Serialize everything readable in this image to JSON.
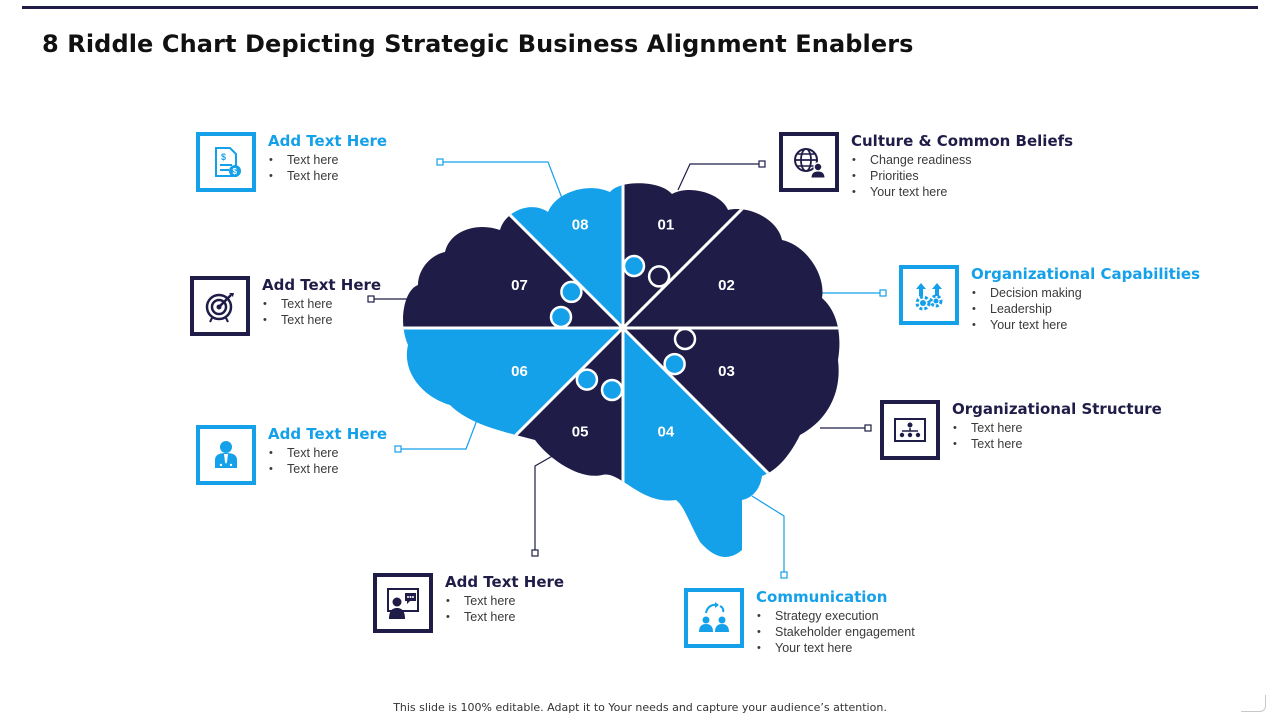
{
  "title": "8 Riddle Chart Depicting Strategic Business Alignment Enablers",
  "footer": "This slide is 100% editable. Adapt it to Your needs and capture your audience’s attention.",
  "colors": {
    "navy": "#1f1d47",
    "blue": "#15a0ea"
  },
  "pieces": [
    {
      "number": "01",
      "color": "navy"
    },
    {
      "number": "02",
      "color": "navy"
    },
    {
      "number": "03",
      "color": "navy"
    },
    {
      "number": "04",
      "color": "blue"
    },
    {
      "number": "05",
      "color": "navy"
    },
    {
      "number": "06",
      "color": "blue"
    },
    {
      "number": "07",
      "color": "navy"
    },
    {
      "number": "08",
      "color": "blue"
    }
  ],
  "callouts": {
    "top_left": {
      "heading": "Add Text Here",
      "items": [
        "Text here",
        "Text here"
      ],
      "icon": "money-document-icon",
      "color": "blue"
    },
    "mid_left": {
      "heading": "Add Text Here",
      "items": [
        "Text here",
        "Text here"
      ],
      "icon": "target-icon",
      "color": "navy"
    },
    "lower_left": {
      "heading": "Add Text Here",
      "items": [
        "Text here",
        "Text here"
      ],
      "icon": "businessman-icon",
      "color": "blue"
    },
    "bottom_left": {
      "heading": "Add Text Here",
      "items": [
        "Text here",
        "Text here"
      ],
      "icon": "presenter-chat-icon",
      "color": "navy"
    },
    "culture": {
      "heading": "Culture & Common Beliefs",
      "items": [
        "Change readiness",
        "Priorities",
        "Your text here"
      ],
      "icon": "globe-person-icon",
      "color": "navy"
    },
    "capabilities": {
      "heading": "Organizational Capabilities",
      "items": [
        "Decision making",
        "Leadership",
        "Your text here"
      ],
      "icon": "growth-gears-icon",
      "color": "blue"
    },
    "structure": {
      "heading": "Organizational Structure",
      "items": [
        "Text here",
        "Text here"
      ],
      "icon": "org-chart-icon",
      "color": "navy"
    },
    "communication": {
      "heading": "Communication",
      "items": [
        "Strategy execution",
        "Stakeholder engagement",
        "Your text here"
      ],
      "icon": "people-cycle-icon",
      "color": "blue"
    }
  }
}
